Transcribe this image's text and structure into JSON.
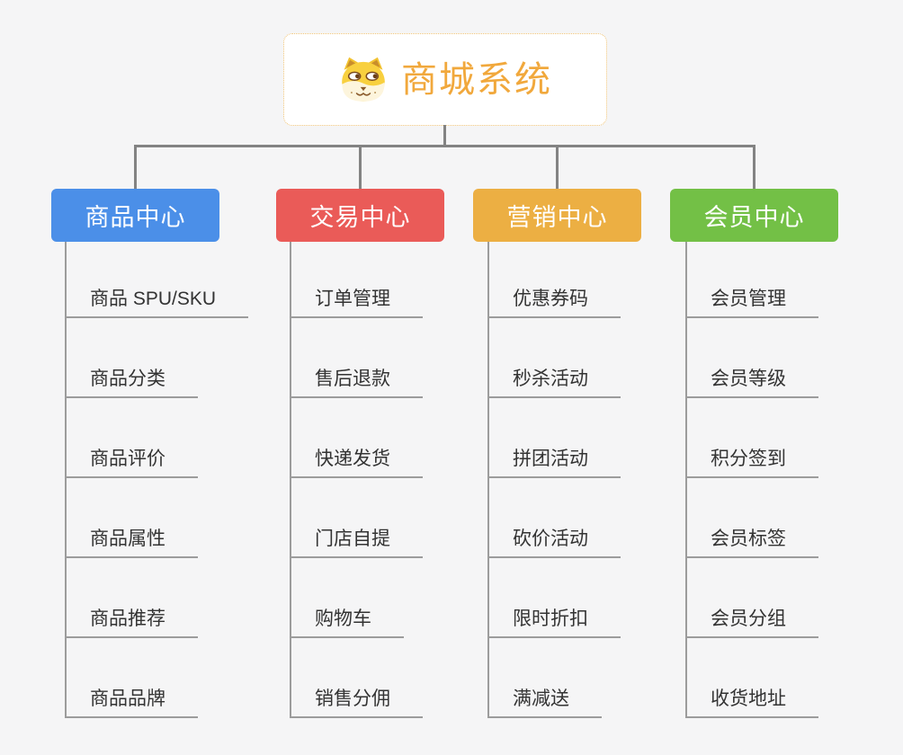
{
  "root": {
    "title": "商城系统",
    "icon": "dog-face-icon",
    "title_color": "#f1a83c",
    "border_color": "#f0c477",
    "background": "#ffffff"
  },
  "colors": {
    "page_background": "#f5f5f6",
    "connector": "#838383",
    "item_line": "#9c9c9c",
    "item_text": "#333333"
  },
  "branches": [
    {
      "label": "商品中心",
      "color": "#4b8fe8",
      "items": [
        "商品 SPU/SKU",
        "商品分类",
        "商品评价",
        "商品属性",
        "商品推荐",
        "商品品牌"
      ]
    },
    {
      "label": "交易中心",
      "color": "#ea5b58",
      "items": [
        "订单管理",
        "售后退款",
        "快递发货",
        "门店自提",
        "购物车",
        "销售分佣"
      ]
    },
    {
      "label": "营销中心",
      "color": "#ecaf43",
      "items": [
        "优惠券码",
        "秒杀活动",
        "拼团活动",
        "砍价活动",
        "限时折扣",
        "满减送"
      ]
    },
    {
      "label": "会员中心",
      "color": "#73c046",
      "items": [
        "会员管理",
        "会员等级",
        "积分签到",
        "会员标签",
        "会员分组",
        "收货地址"
      ]
    }
  ]
}
